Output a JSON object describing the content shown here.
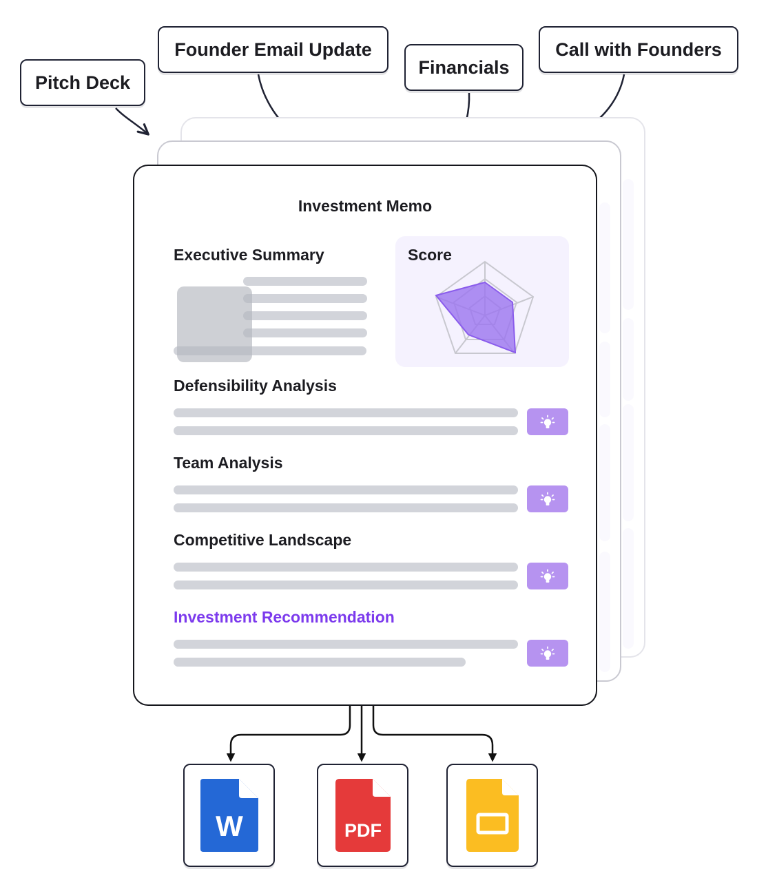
{
  "sources": {
    "pitch_deck": "Pitch Deck",
    "founder_email": "Founder Email Update",
    "financials": "Financials",
    "founder_call": "Call with Founders"
  },
  "memo": {
    "title": "Investment Memo",
    "executive_summary": "Executive Summary",
    "score_label": "Score",
    "sections": [
      {
        "title": "Defensibility Analysis",
        "insight_icon": "lightbulb-icon"
      },
      {
        "title": "Team Analysis",
        "insight_icon": "lightbulb-icon"
      },
      {
        "title": "Competitive Landscape",
        "insight_icon": "lightbulb-icon"
      },
      {
        "title": "Investment Recommendation",
        "insight_icon": "lightbulb-icon",
        "highlight": true
      }
    ]
  },
  "exports": [
    {
      "format": "word",
      "icon": "word-doc-icon",
      "glyph": "W",
      "color": "#2468d6"
    },
    {
      "format": "pdf",
      "icon": "pdf-icon",
      "glyph": "PDF",
      "color": "#e53a3a"
    },
    {
      "format": "slides",
      "icon": "slides-icon",
      "glyph": "",
      "color": "#fbbd22"
    }
  ],
  "colors": {
    "accent": "#7c3aed",
    "insight_button": "#b693f0",
    "radar_fill": "#9b74ef",
    "placeholder_bar": "#d2d4da"
  }
}
